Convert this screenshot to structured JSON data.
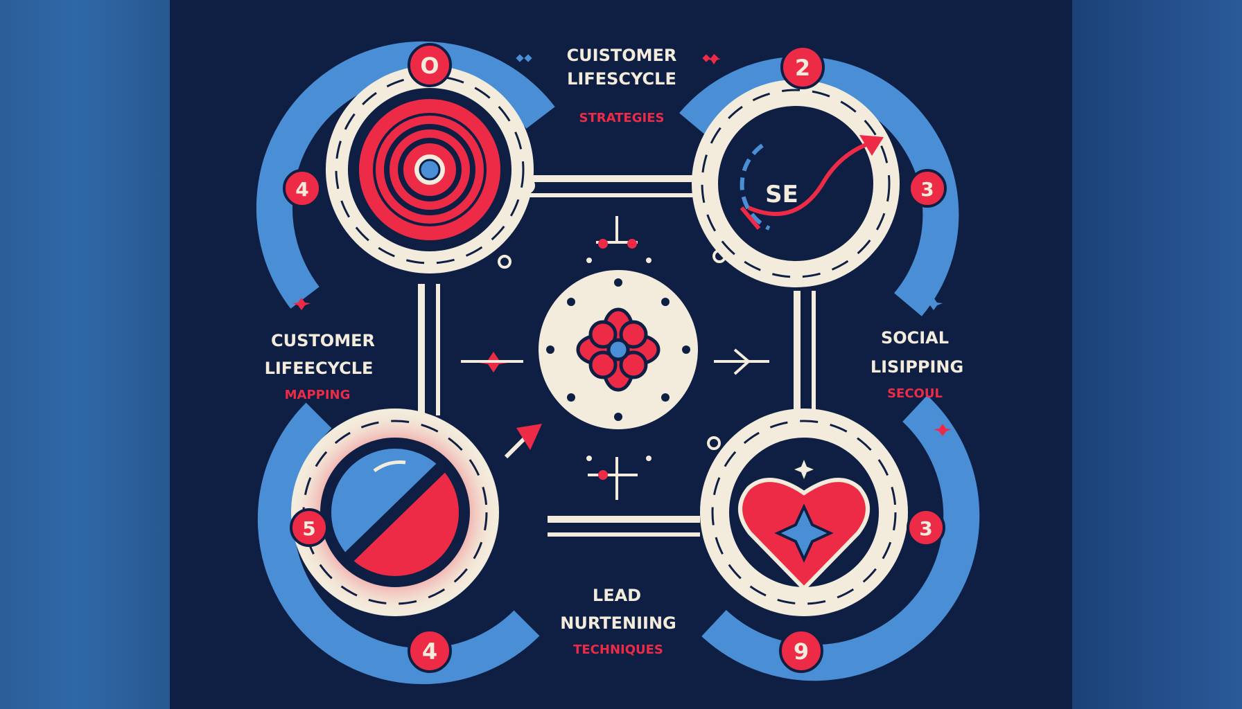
{
  "colors": {
    "navy": "#0f1f44",
    "cream": "#f3ecdc",
    "red": "#ee2b47",
    "blue": "#4a8fd6"
  },
  "labels": {
    "top_line1": "CUISTOMER",
    "top_line2": "LIFESCYCLE",
    "top_sub": "STRATEGIES",
    "left_line1": "CUSTOMER",
    "left_line2": "LIFEECYCLE",
    "left_sub": "MAPPING",
    "right_line1": "SOCIAL",
    "right_line2": "LISIPPING",
    "right_sub": "SECOUL",
    "bottom_line1": "LEAD",
    "bottom_line2": "NURTENIING",
    "bottom_sub": "TECHNIQUES"
  },
  "badges": {
    "top_left": "O",
    "top_right": "2",
    "left_upper": "4",
    "right_upper": "3",
    "left_lower": "5",
    "right_lower": "3",
    "bottom_left": "4",
    "bottom_right": "9"
  },
  "circles": {
    "target": {
      "icon": "target-icon"
    },
    "social": {
      "icon": "arrow-icon",
      "text": "SE"
    },
    "nurture": {
      "icon": "blocked-icon"
    },
    "loyalty": {
      "icon": "heart-icon"
    },
    "center": {
      "icon": "flower-icon"
    }
  }
}
